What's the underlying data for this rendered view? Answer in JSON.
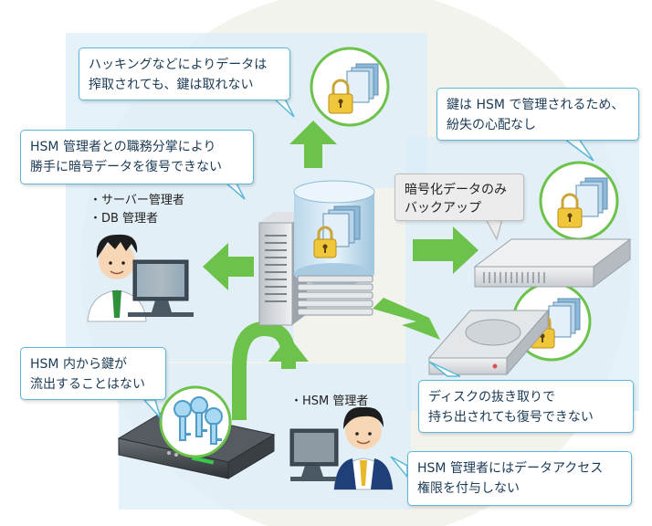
{
  "bubbles": {
    "hacking": [
      "ハッキングなどによりデータは",
      "搾取されても、鍵は取れない"
    ],
    "duties": [
      "HSM 管理者との職務分掌により",
      "勝手に暗号データを復号できない"
    ],
    "managed": [
      "鍵は HSM で管理されるため、",
      "紛失の心配なし"
    ],
    "backup": [
      "暗号化データのみ",
      "バックアップ"
    ],
    "no_leak": [
      "HSM 内から鍵が",
      "流出することはない"
    ],
    "disk": [
      "ディスクの抜き取りで",
      "持ち出されても復号できない"
    ],
    "no_access": [
      "HSM 管理者にはデータアクセス",
      "権限を付与しない"
    ]
  },
  "roles": {
    "server_admin": "・サーバー管理者",
    "db_admin": "・DB 管理者",
    "hsm_admin": "・HSM 管理者"
  },
  "colors": {
    "accent_green": "#6cc24a",
    "bubble_border": "#5bb8d8",
    "panel_blue": "#dceef8",
    "circle_bg": "#f3f3ee"
  }
}
